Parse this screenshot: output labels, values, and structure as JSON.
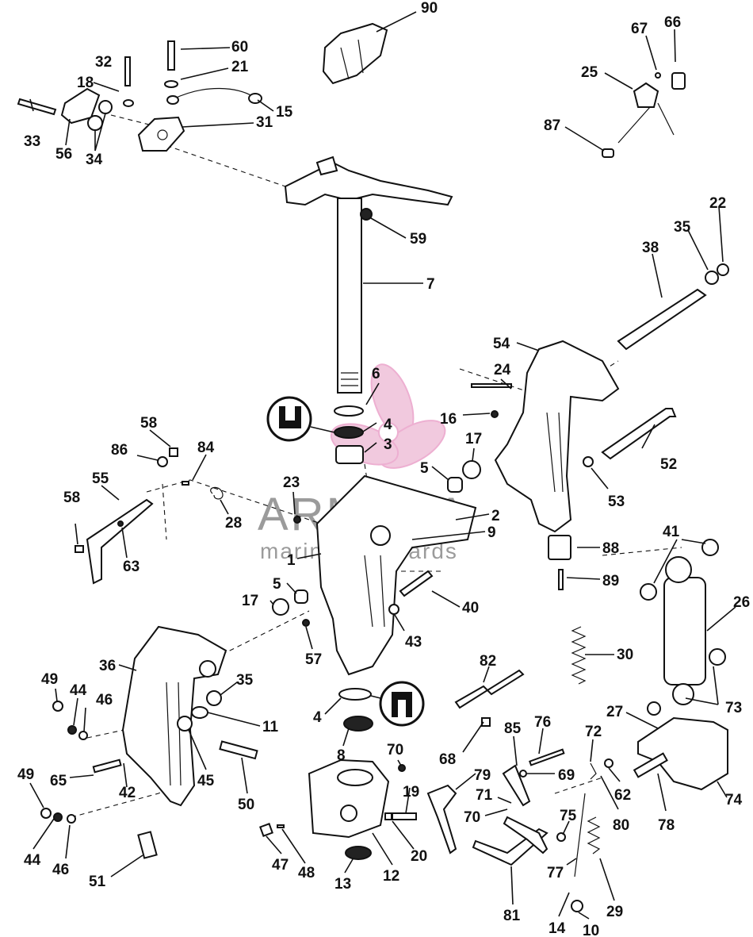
{
  "watermark": {
    "brand": "ARMADA",
    "tagline": "marine outboards",
    "accent_color": "#e37bb4"
  },
  "callouts": [
    {
      "id": "c90",
      "text": "90"
    },
    {
      "id": "c67",
      "text": "67"
    },
    {
      "id": "c66",
      "text": "66"
    },
    {
      "id": "c25",
      "text": "25"
    },
    {
      "id": "c87",
      "text": "87"
    },
    {
      "id": "c60",
      "text": "60"
    },
    {
      "id": "c32",
      "text": "32"
    },
    {
      "id": "c21",
      "text": "21"
    },
    {
      "id": "c18",
      "text": "18"
    },
    {
      "id": "c15",
      "text": "15"
    },
    {
      "id": "c33",
      "text": "33"
    },
    {
      "id": "c31",
      "text": "31"
    },
    {
      "id": "c56",
      "text": "56"
    },
    {
      "id": "c34",
      "text": "34"
    },
    {
      "id": "c59",
      "text": "59"
    },
    {
      "id": "c22",
      "text": "22"
    },
    {
      "id": "c35a",
      "text": "35"
    },
    {
      "id": "c38",
      "text": "38"
    },
    {
      "id": "c7",
      "text": "7"
    },
    {
      "id": "c54",
      "text": "54"
    },
    {
      "id": "c24",
      "text": "24"
    },
    {
      "id": "c6",
      "text": "6"
    },
    {
      "id": "c16",
      "text": "16"
    },
    {
      "id": "c4a",
      "text": "4"
    },
    {
      "id": "c3",
      "text": "3"
    },
    {
      "id": "c17a",
      "text": "17"
    },
    {
      "id": "c58a",
      "text": "58"
    },
    {
      "id": "c86",
      "text": "86"
    },
    {
      "id": "c84",
      "text": "84"
    },
    {
      "id": "c55",
      "text": "55"
    },
    {
      "id": "c5a",
      "text": "5"
    },
    {
      "id": "c52",
      "text": "52"
    },
    {
      "id": "c23",
      "text": "23"
    },
    {
      "id": "c28",
      "text": "28"
    },
    {
      "id": "c53",
      "text": "53"
    },
    {
      "id": "c2",
      "text": "2"
    },
    {
      "id": "c58b",
      "text": "58"
    },
    {
      "id": "c63",
      "text": "63"
    },
    {
      "id": "c9",
      "text": "9"
    },
    {
      "id": "c41",
      "text": "41"
    },
    {
      "id": "c88",
      "text": "88"
    },
    {
      "id": "c1",
      "text": "1"
    },
    {
      "id": "c89",
      "text": "89"
    },
    {
      "id": "c5b",
      "text": "5"
    },
    {
      "id": "c17b",
      "text": "17"
    },
    {
      "id": "c40",
      "text": "40"
    },
    {
      "id": "c26",
      "text": "26"
    },
    {
      "id": "c43",
      "text": "43"
    },
    {
      "id": "c57",
      "text": "57"
    },
    {
      "id": "c30",
      "text": "30"
    },
    {
      "id": "c36",
      "text": "36"
    },
    {
      "id": "c82",
      "text": "82"
    },
    {
      "id": "c49a",
      "text": "49"
    },
    {
      "id": "c35b",
      "text": "35"
    },
    {
      "id": "c44a",
      "text": "44"
    },
    {
      "id": "c46a",
      "text": "46"
    },
    {
      "id": "c11",
      "text": "11"
    },
    {
      "id": "c4b",
      "text": "4"
    },
    {
      "id": "c73",
      "text": "73"
    },
    {
      "id": "c27",
      "text": "27"
    },
    {
      "id": "c76",
      "text": "76"
    },
    {
      "id": "c8",
      "text": "8"
    },
    {
      "id": "c85",
      "text": "85"
    },
    {
      "id": "c68",
      "text": "68"
    },
    {
      "id": "c72",
      "text": "72"
    },
    {
      "id": "c70a",
      "text": "70"
    },
    {
      "id": "c45",
      "text": "45"
    },
    {
      "id": "c65",
      "text": "65"
    },
    {
      "id": "c42",
      "text": "42"
    },
    {
      "id": "c79",
      "text": "79"
    },
    {
      "id": "c69",
      "text": "69"
    },
    {
      "id": "c19",
      "text": "19"
    },
    {
      "id": "c62",
      "text": "62"
    },
    {
      "id": "c71",
      "text": "71"
    },
    {
      "id": "c49b",
      "text": "49"
    },
    {
      "id": "c50",
      "text": "50"
    },
    {
      "id": "c80",
      "text": "80"
    },
    {
      "id": "c74",
      "text": "74"
    },
    {
      "id": "c70b",
      "text": "70"
    },
    {
      "id": "c75",
      "text": "75"
    },
    {
      "id": "c78",
      "text": "78"
    },
    {
      "id": "c20",
      "text": "20"
    },
    {
      "id": "c44b",
      "text": "44"
    },
    {
      "id": "c47",
      "text": "47"
    },
    {
      "id": "c46b",
      "text": "46"
    },
    {
      "id": "c48",
      "text": "48"
    },
    {
      "id": "c12",
      "text": "12"
    },
    {
      "id": "c77",
      "text": "77"
    },
    {
      "id": "c51",
      "text": "51"
    },
    {
      "id": "c13",
      "text": "13"
    },
    {
      "id": "c29",
      "text": "29"
    },
    {
      "id": "c81",
      "text": "81"
    },
    {
      "id": "c14",
      "text": "14"
    },
    {
      "id": "c10",
      "text": "10"
    }
  ]
}
